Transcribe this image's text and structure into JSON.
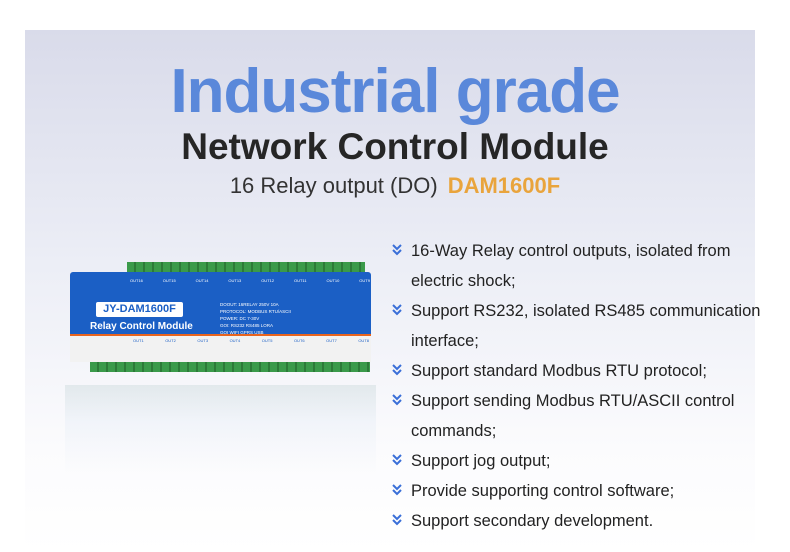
{
  "header": {
    "title": "Industrial grade",
    "subtitle": "Network Control Module",
    "tagline": "16 Relay output (DO)",
    "model": "DAM1600F"
  },
  "colors": {
    "title": "#5a88da",
    "model": "#e9a43c",
    "board": "#1b5fc5",
    "bullet": "#3a6fd8"
  },
  "product": {
    "name": "JY-DAM1600F",
    "label": "Relay Control Module",
    "specs": [
      "DOOUT: 16RELAY 250V 10A",
      "PROTOCOL: MODBUS RTU/ASCII",
      "POWER: DC 7-30V",
      "GOI: RS232  RS485  LORA",
      "GOI  WIFI  GPRS  USB"
    ],
    "top_outputs": [
      "OUT16",
      "OUT15",
      "OUT14",
      "OUT13",
      "OUT12",
      "OUT11",
      "OUT10",
      "OUT9"
    ],
    "bottom_outputs": [
      "OUT1",
      "OUT2",
      "OUT3",
      "OUT4",
      "OUT5",
      "OUT6",
      "OUT7",
      "OUT8"
    ]
  },
  "features": [
    "16-Way Relay control outputs, isolated from electric shock;",
    "Support RS232, isolated RS485 communication interface;",
    "Support standard Modbus RTU protocol;",
    "Support sending Modbus RTU/ASCII control commands;",
    "Support jog output;",
    "Provide supporting control software;",
    "Support secondary development."
  ]
}
